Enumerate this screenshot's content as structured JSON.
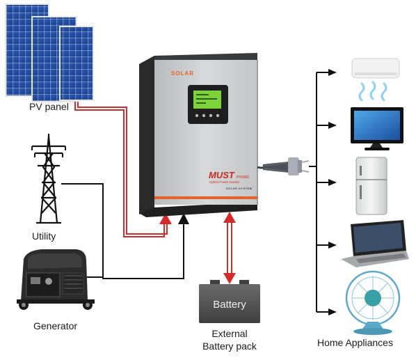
{
  "labels": {
    "pv_panel": "PV panel",
    "utility": "Utility",
    "generator": "Generator",
    "battery": "Battery",
    "external_battery_line1": "External",
    "external_battery_line2": "Battery pack",
    "home_appliances": "Home Appliances"
  },
  "inverter": {
    "brand": "SOLAR",
    "model_brand": "MUST",
    "model_series": "PH1800",
    "model_subtitle": "Hybrid Power Inverter",
    "footer_text": "SOLAR SYSTEM"
  },
  "colors": {
    "ac_line": "#111111",
    "dc_line": "#d42a2a",
    "inverter_body": "#c9cbcd",
    "inverter_side": "#2a2a2a",
    "accent_stripe": "#e2622a",
    "battery_body": "#5b5b5b",
    "lcd_screen": "#7cd33a"
  }
}
